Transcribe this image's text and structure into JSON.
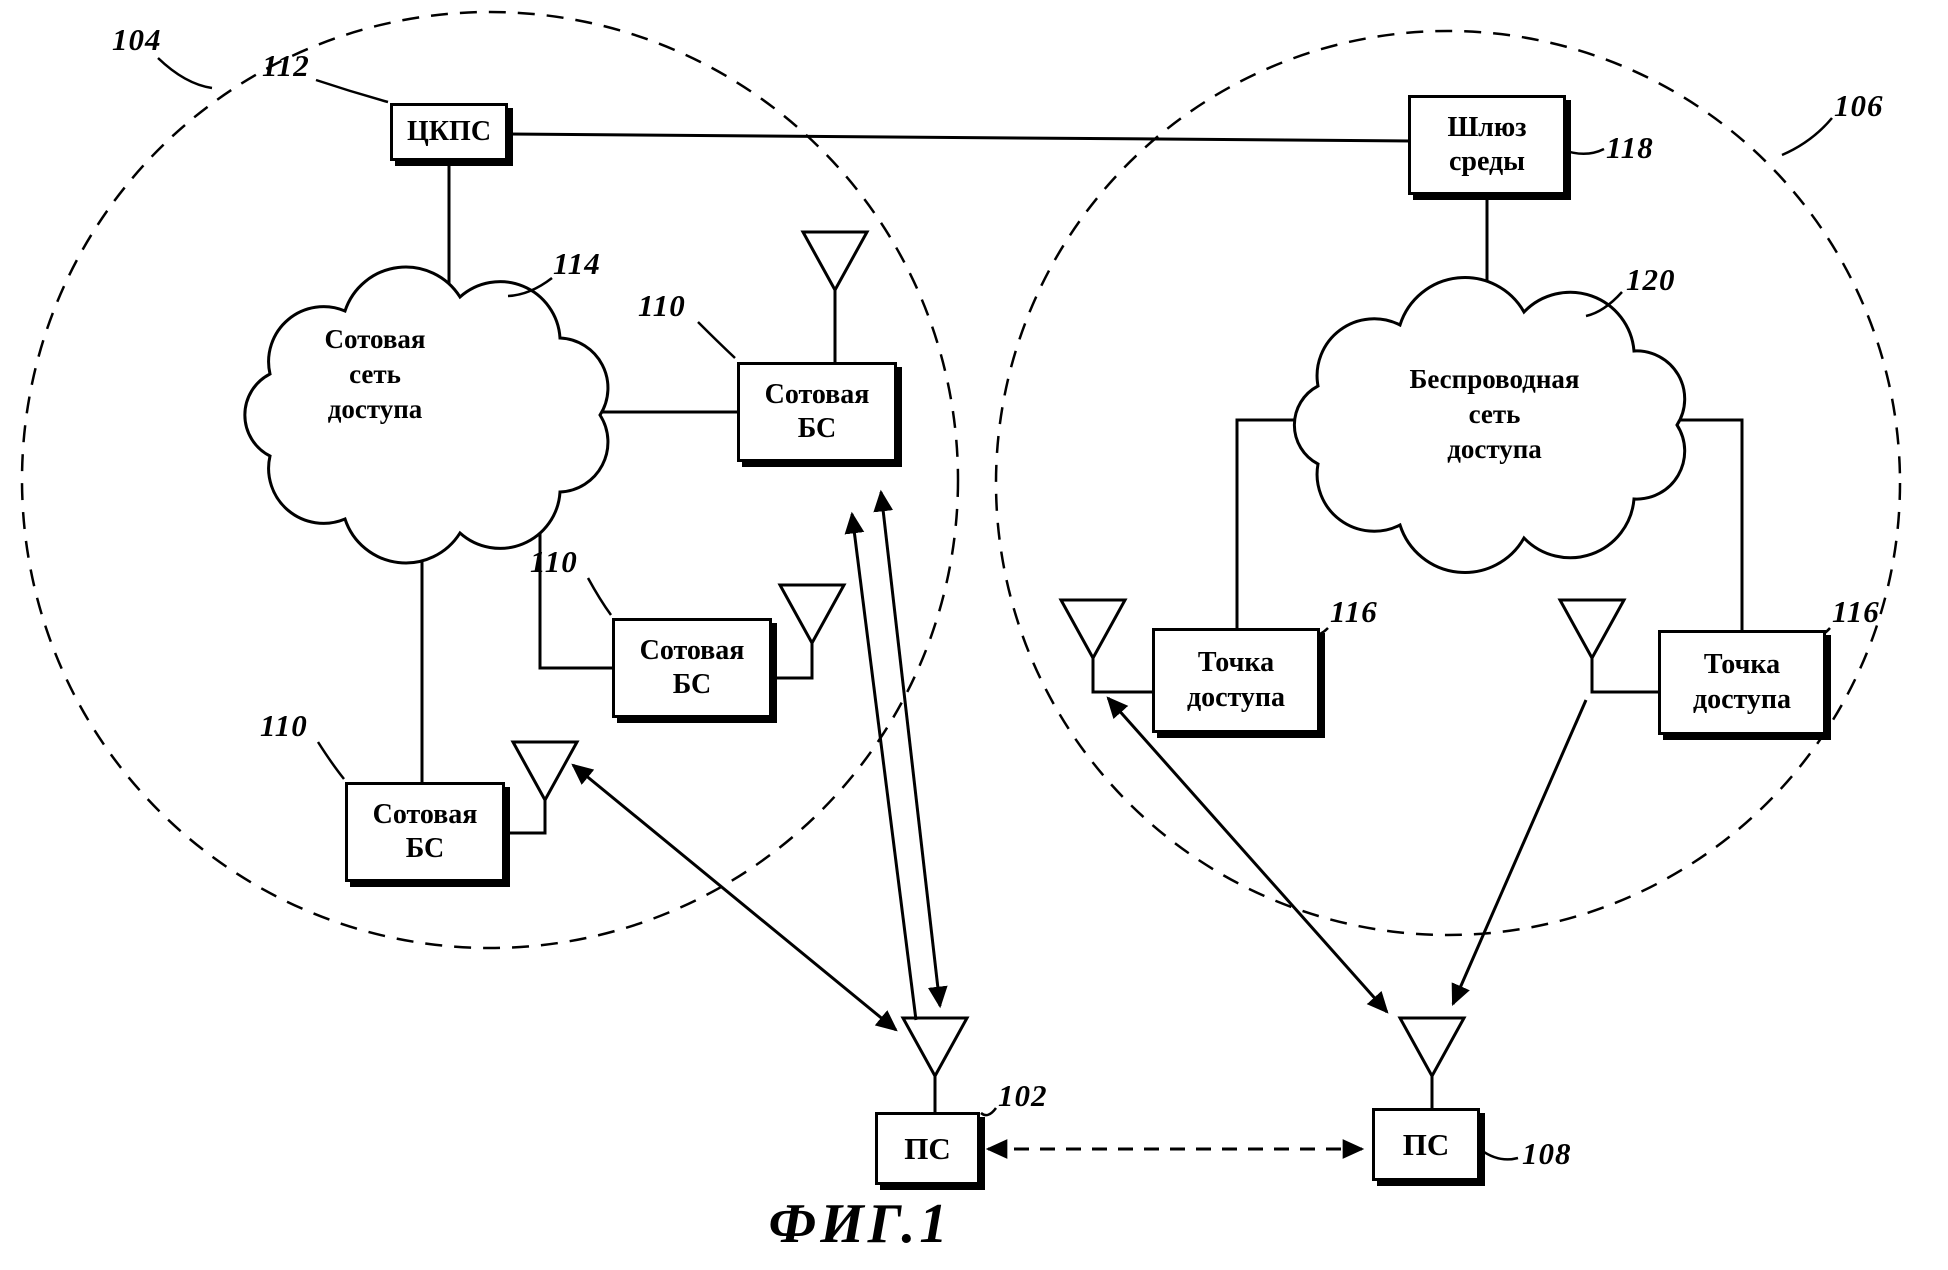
{
  "figure": {
    "caption": "ФИГ.1"
  },
  "labels": {
    "mcs": "ЦКПС",
    "cellular_cloud": "Сотовая\nсеть\nдоступа",
    "cellular_bs": "Сотовая\nБС",
    "media_gateway": "Шлюз\nсреды",
    "wireless_cloud": "Беспроводная\nсеть\nдоступа",
    "access_point": "Точка\nдоступа",
    "mobile_station": "ПС"
  },
  "refs": {
    "cellular_network_region": "104",
    "wireless_network_region": "106",
    "mcs": "112",
    "cellular_cloud": "114",
    "cellular_bs": "110",
    "media_gateway": "118",
    "wireless_cloud": "120",
    "access_point": "116",
    "mobile_station_left": "102",
    "mobile_station_right": "108"
  }
}
